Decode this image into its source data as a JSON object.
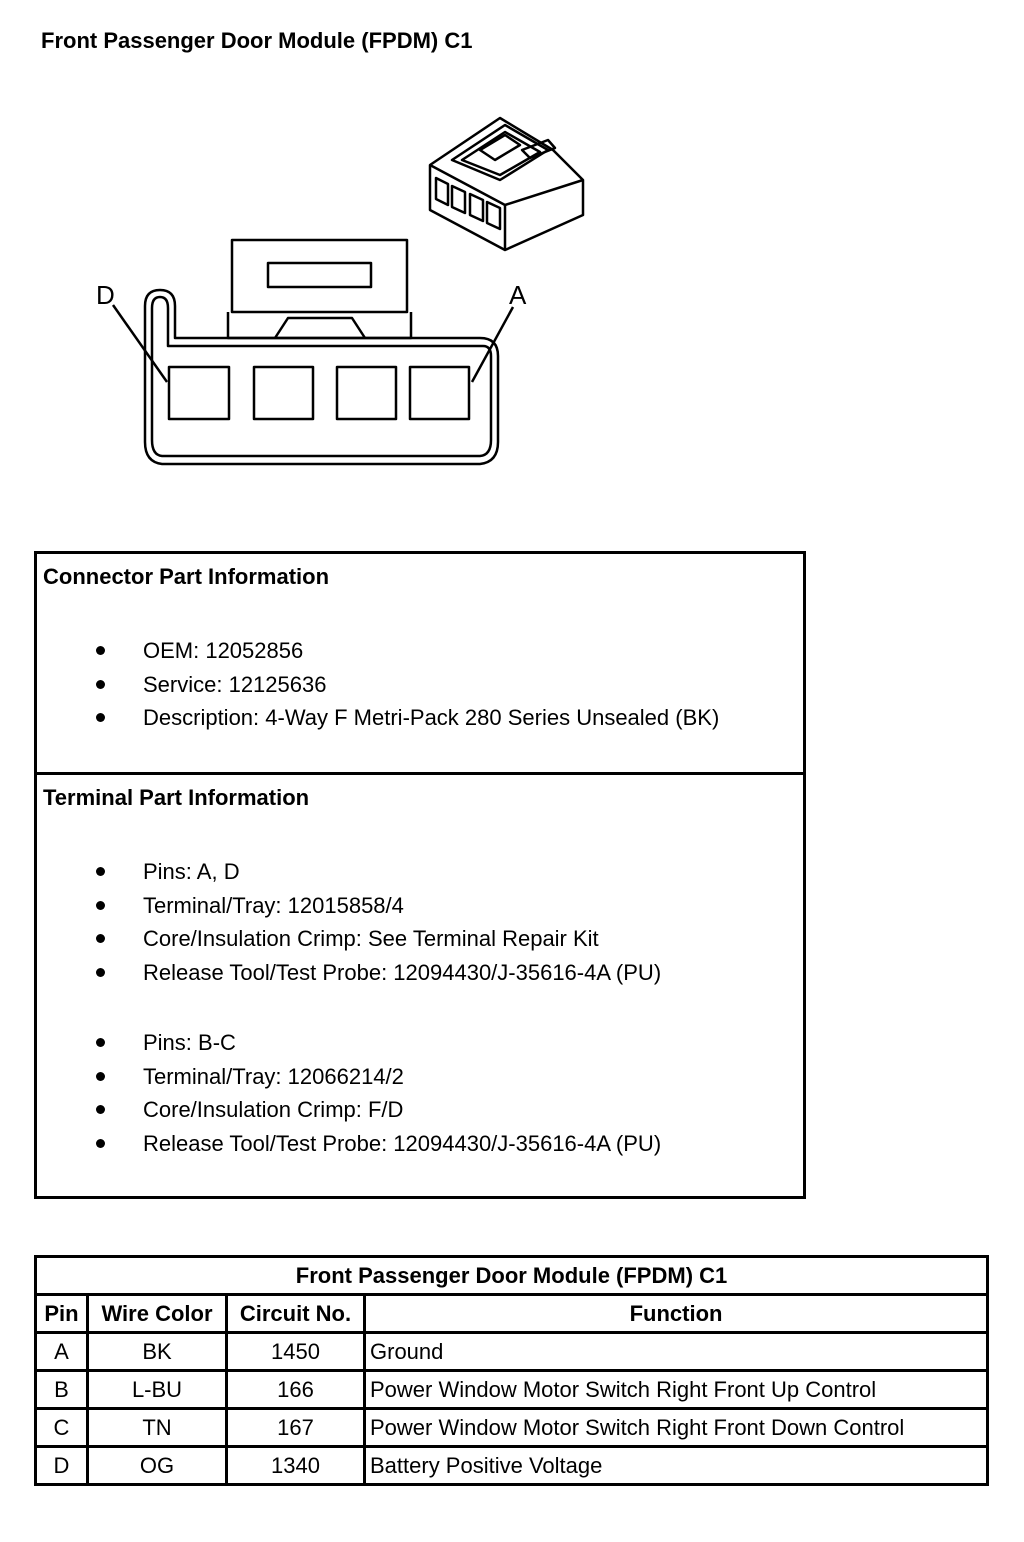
{
  "page_title": "Front Passenger Door Module (FPDM) C1",
  "diagram": {
    "label_left": "D",
    "label_right": "A"
  },
  "connector_info": {
    "heading": "Connector Part Information",
    "items": [
      "OEM: 12052856",
      "Service: 12125636",
      "Description: 4-Way F Metri-Pack 280 Series Unsealed (BK)"
    ]
  },
  "terminal_info": {
    "heading": "Terminal Part Information",
    "group1": [
      "Pins: A, D",
      "Terminal/Tray: 12015858/4",
      "Core/Insulation Crimp: See Terminal Repair Kit",
      "Release Tool/Test Probe: 12094430/J-35616-4A (PU)"
    ],
    "group2": [
      "Pins: B-C",
      "Terminal/Tray: 12066214/2",
      "Core/Insulation Crimp: F/D",
      "Release Tool/Test Probe: 12094430/J-35616-4A (PU)"
    ]
  },
  "pinout_table": {
    "caption": "Front Passenger Door Module (FPDM) C1",
    "headers": [
      "Pin",
      "Wire Color",
      "Circuit No.",
      "Function"
    ],
    "rows": [
      [
        "A",
        "BK",
        "1450",
        "Ground"
      ],
      [
        "B",
        "L-BU",
        "166",
        "Power Window Motor Switch Right Front Up Control"
      ],
      [
        "C",
        "TN",
        "167",
        "Power Window Motor Switch Right Front Down Control"
      ],
      [
        "D",
        "OG",
        "1340",
        "Battery Positive Voltage"
      ]
    ]
  }
}
